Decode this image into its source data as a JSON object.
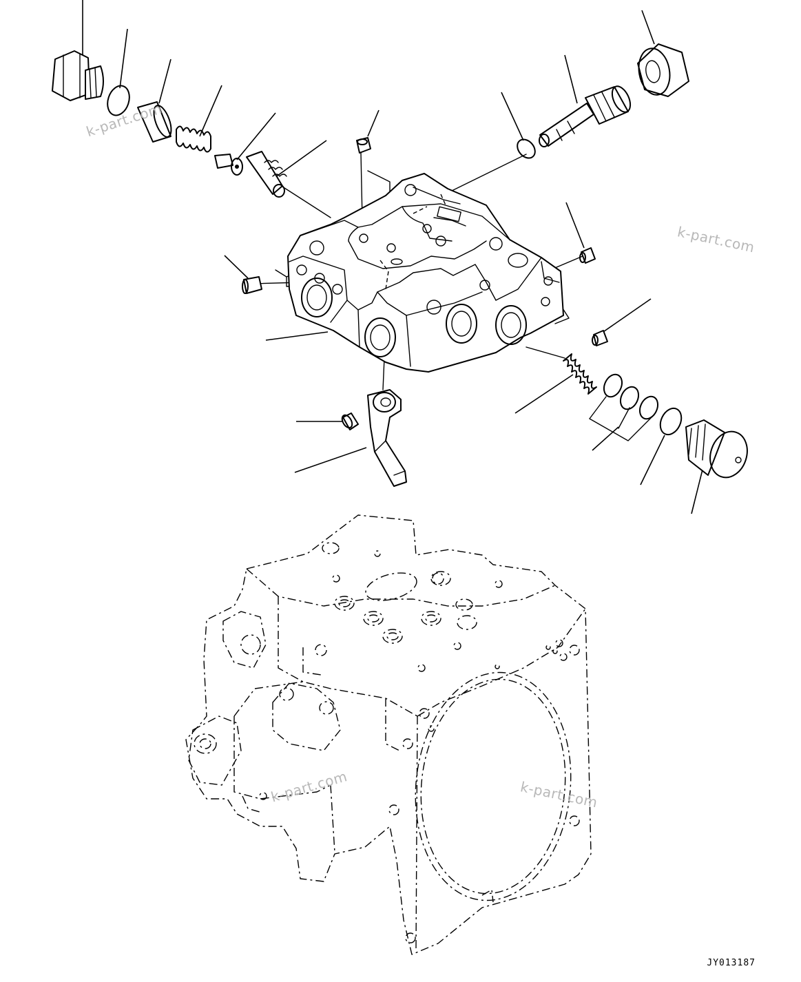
{
  "drawing_code": "JY013187",
  "watermarks": [
    "k-part.com",
    "k-part.com",
    "k-part.com",
    "k-part.com"
  ]
}
